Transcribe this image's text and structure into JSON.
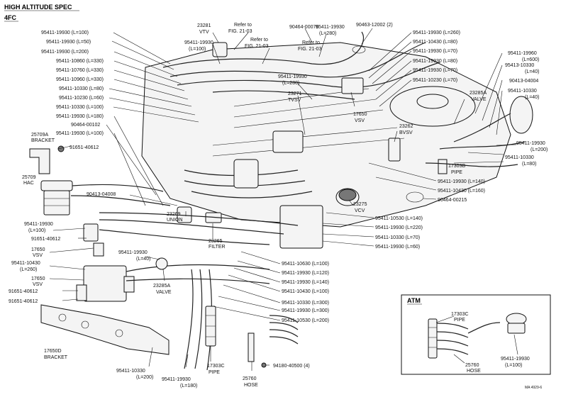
{
  "header": {
    "title": "HIGH ALTITUDE SPEC",
    "subtitle": "4FC"
  },
  "labels": {
    "l1": "95411-19930 (L=100)",
    "l2": "95411-19930 (L=50)",
    "l3": "95411-19930 (L=200)",
    "l4": "95411-10860 (L=330)",
    "l5": "95411-10760 (L=330)",
    "l6": "95411-10960 (L=330)",
    "l7": "95411-10330 (L=80)",
    "l8": "95411-10230 (L=60)",
    "l9": "95411-10330 (L=100)",
    "l10": "95411-19930 (L=180)",
    "l11": "90464-00102",
    "l12": "95411-19930 (L=100)",
    "p23281": "23281",
    "p23281b": "VTV",
    "ref1a": "Refer to",
    "ref1b": "FIG. 21-03",
    "ref2a": "Refer to",
    "ref2b": "FIG. 21-03",
    "ref3a": "Refer to",
    "ref3b": "FIG. 21-03",
    "c1": "95411-19930",
    "c1b": "(L=100)",
    "c2": "90464-00076",
    "c3": "95411-19930",
    "c3b": "(L=280)",
    "c4": "90463-12002 (2)",
    "r1": "95411-19930 (L=260)",
    "r2": "95411-10430 (L=80)",
    "r3": "95411-19930 (L=70)",
    "r4": "95411-19930 (L=80)",
    "r5": "95411-19930 (L=70)",
    "r6": "95411-10230 (L=70)",
    "m1": "95411-19930",
    "m1b": "(L=280)",
    "m2": "23271",
    "m2b": "TVSV",
    "m3": "17650",
    "m3b": "VSV",
    "m4": "23262",
    "m4b": "BVSV",
    "m5": "23285A",
    "m5b": "VALVE",
    "fr1": "95411-19960",
    "fr1b": "(L=600)",
    "fr2": "95413-10330",
    "fr2b": "(L=40)",
    "fr3": "90413-04004",
    "fr4": "95411-10330",
    "fr4b": "(L=40)",
    "fr5": "95411-19930",
    "fr5b": "(L=200)",
    "fr6": "95411-10330",
    "fr6b": "(L=80)",
    "pipe1": "17303B",
    "pipe1b": "PIPE",
    "lr1": "95411-19930 (L=140)",
    "lr2": "95411-10430 (L=160)",
    "lr3": "90464-00215",
    "vcv": "23275",
    "vcvb": "VCV",
    "lr4": "95411-10530 (L=140)",
    "lr5": "95411-19930 (L=220)",
    "lr6": "95411-10330 (L=70)",
    "lr7": "95411-19930 (L=60)",
    "b709a": "25709A",
    "b709ab": "BRACKET",
    "b651": "91651-40612",
    "hac": "25709",
    "hacb": "HAC",
    "l13": "90413-04008",
    "un": "23269",
    "unb": "UNION",
    "lf1": "95411-19930",
    "lf1b": "(L=100)",
    "lf2": "91651-40612",
    "vsv2": "17650",
    "vsv2b": "VSV",
    "lf3": "95411-10430",
    "lf3b": "(L=260)",
    "vsv3": "17650",
    "vsv3b": "VSV",
    "lf4": "91651-40612",
    "lf5": "91651-40612",
    "filt": "23265",
    "filtb": "FILTER",
    "ctr1": "95411-19930",
    "ctr1b": "(L=40)",
    "val2": "23285A",
    "val2b": "VALVE",
    "bt1": "95411-10630 (L=100)",
    "bt2": "95411-19930 (L=120)",
    "bt3": "95411-19930 (L=140)",
    "bt4": "95411-10430 (L=100)",
    "bt5": "95411-10330 (L=300)",
    "bt6": "95411-19930 (L=300)",
    "bt7": "95411-10530 (L=200)",
    "br650": "17650D",
    "br650b": "BRACKET",
    "bb1": "95411-10330",
    "bb1b": "(L=200)",
    "bb2": "95411-19930",
    "bb2b": "(L=180)",
    "pp3": "17303C",
    "pp3b": "PIPE",
    "hs": "25760",
    "hsb": "HOSE",
    "bb3": "94180-40500 (4)",
    "atm": "ATM",
    "atm1": "17303C",
    "atm1b": "PIPE",
    "atm2": "25760",
    "atm2b": "HOSE",
    "atm3": "95411-19930",
    "atm3b": "(L=100)",
    "code": "MA 4929-6"
  }
}
